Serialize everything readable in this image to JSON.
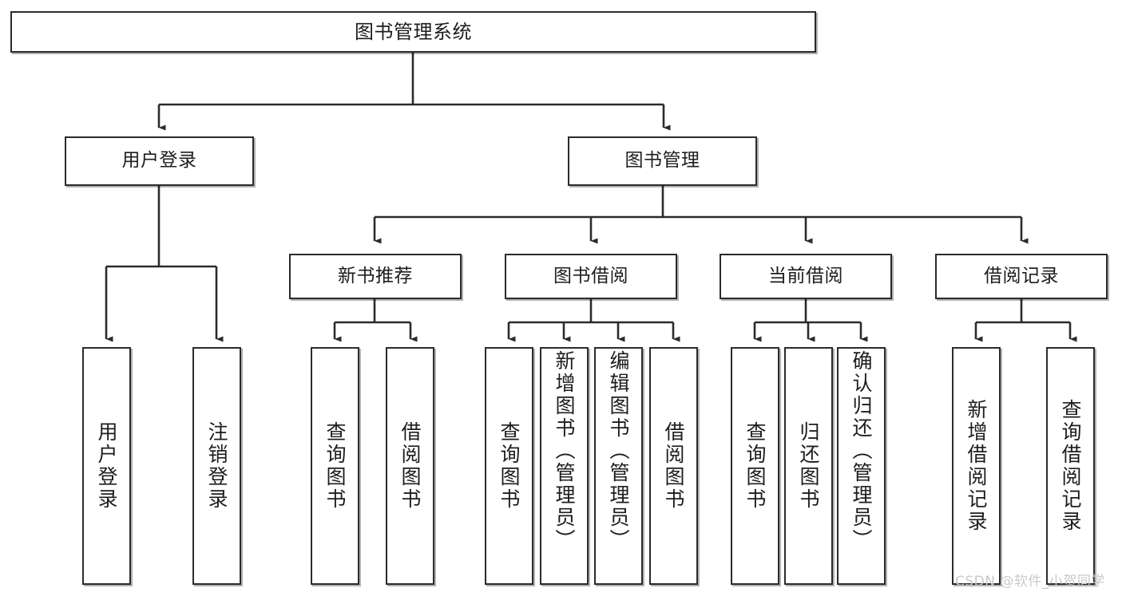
{
  "diagram": {
    "title": "图书管理系统",
    "type": "tree",
    "root": {
      "id": "root",
      "label": "图书管理系统"
    },
    "level2": [
      {
        "id": "user-login",
        "label": "用户登录"
      },
      {
        "id": "book-management",
        "label": "图书管理"
      }
    ],
    "level3": [
      {
        "id": "new-book-recommend",
        "label": "新书推荐",
        "parent": "book-management"
      },
      {
        "id": "book-borrow",
        "label": "图书借阅",
        "parent": "book-management"
      },
      {
        "id": "current-borrow",
        "label": "当前借阅",
        "parent": "book-management"
      },
      {
        "id": "borrow-record",
        "label": "借阅记录",
        "parent": "book-management"
      }
    ],
    "leaves": [
      {
        "id": "leaf-user-login",
        "label": "用户登录",
        "parent": "user-login"
      },
      {
        "id": "leaf-logout-login",
        "label": "注销登录",
        "parent": "user-login"
      },
      {
        "id": "leaf-query-book-1",
        "label": "查询图书",
        "parent": "new-book-recommend"
      },
      {
        "id": "leaf-borrow-book-1",
        "label": "借阅图书",
        "parent": "new-book-recommend"
      },
      {
        "id": "leaf-query-book-2",
        "label": "查询图书",
        "parent": "book-borrow"
      },
      {
        "id": "leaf-add-book",
        "label": "新增图书（管理员）",
        "parent": "book-borrow"
      },
      {
        "id": "leaf-edit-book",
        "label": "编辑图书（管理员）",
        "parent": "book-borrow"
      },
      {
        "id": "leaf-borrow-book-2",
        "label": "借阅图书",
        "parent": "book-borrow"
      },
      {
        "id": "leaf-query-book-3",
        "label": "查询图书",
        "parent": "current-borrow"
      },
      {
        "id": "leaf-return-book",
        "label": "归还图书",
        "parent": "current-borrow"
      },
      {
        "id": "leaf-confirm-return",
        "label": "确认归还（管理员）",
        "parent": "current-borrow"
      },
      {
        "id": "leaf-add-borrow-record",
        "label": "新增借阅记录",
        "parent": "borrow-record"
      },
      {
        "id": "leaf-query-borrow-record",
        "label": "查询借阅记录",
        "parent": "borrow-record"
      }
    ]
  },
  "watermark": {
    "text": "CSDN @软件_小贺同学"
  },
  "colors": {
    "box_border": "#2b2b2b",
    "box_fill": "#ffffff",
    "connector": "#2b2b2b",
    "text": "#1d1d1d",
    "watermark": "#c9c9c9",
    "background": "#ffffff"
  }
}
